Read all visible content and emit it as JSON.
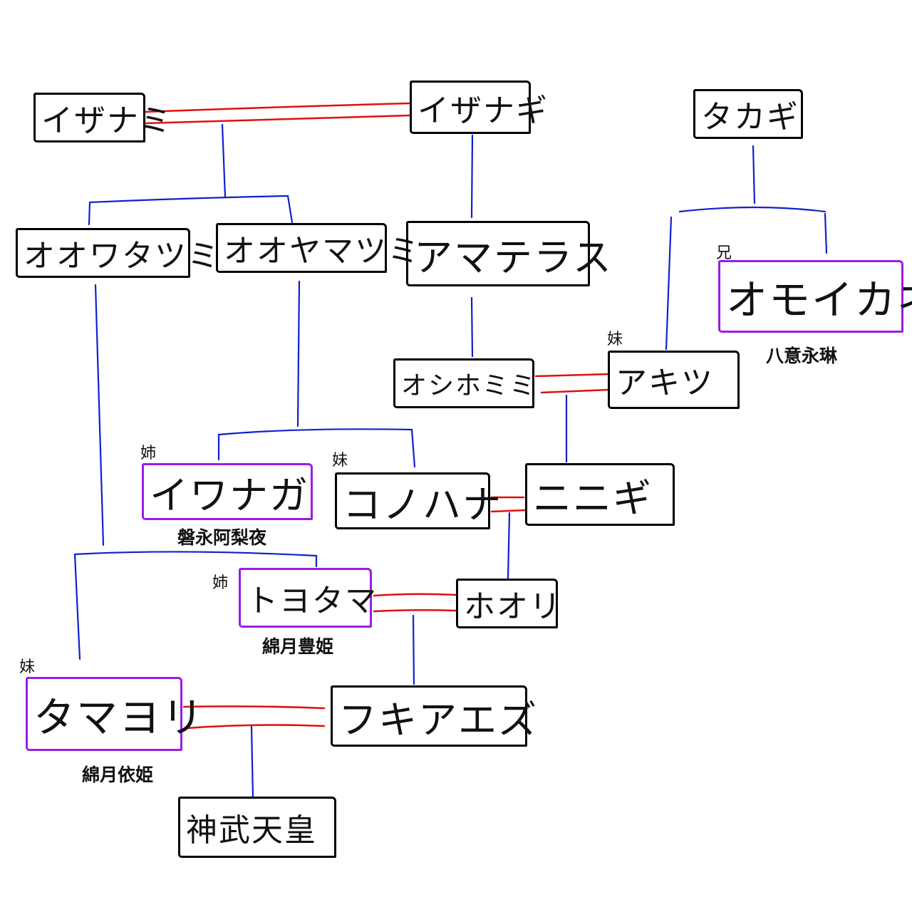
{
  "diagram": {
    "nodes": {
      "izanami": "イザナミ",
      "izanagi": "イザナギ",
      "takagi": "タカギ",
      "oowatatsumi": "オオワタツミ",
      "ooyamatsumi": "オオヤマツミ",
      "amaterasu": "アマテラス",
      "omoikane": "オモイカネ",
      "oshihomimi": "オシホミミ",
      "akitsu": "アキツ",
      "iwanaga": "イワナガ",
      "konohana": "コノハナ",
      "ninigi": "ニニギ",
      "toyotama": "トヨタマ",
      "hoori": "ホオリ",
      "tamayori": "タマヨリ",
      "fukiaezu": "フキアエズ",
      "jimmu": "神武天皇"
    },
    "relation_labels": {
      "omoikane": "兄",
      "akitsu": "妹",
      "iwanaga": "姉",
      "konohana": "妹",
      "toyotama": "姉",
      "tamayori": "妹"
    },
    "alias_labels": {
      "omoikane": "八意永琳",
      "iwanaga": "磐永阿梨夜",
      "toyotama": "綿月豊姫",
      "tamayori": "綿月依姫"
    },
    "legend_colors": {
      "marriage": "#e01010",
      "descent": "#1020d0",
      "box": "#000000",
      "highlight": "#9a1ce6"
    }
  }
}
